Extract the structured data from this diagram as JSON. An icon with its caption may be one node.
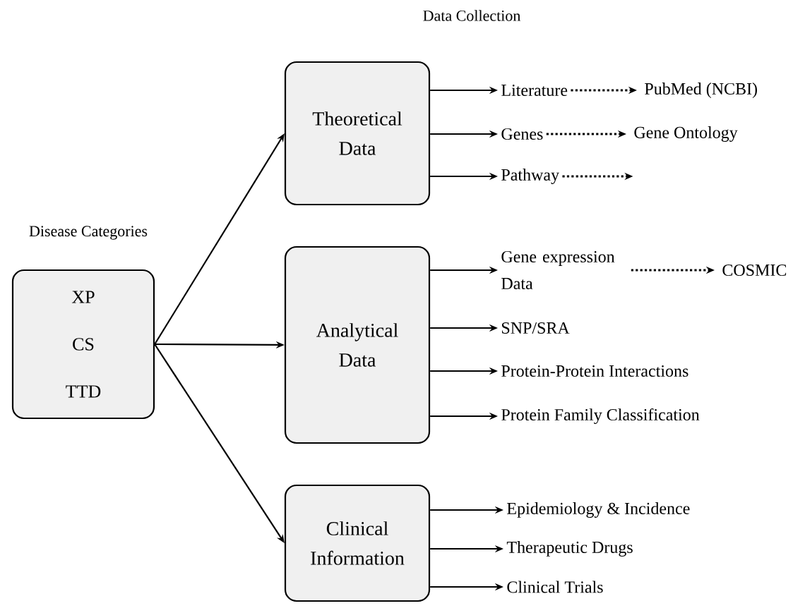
{
  "diagram": {
    "title": "Data Collection",
    "nodes": [
      {
        "text": [
          "Disease Categories",
          "XP",
          "CS",
          "TTD"
        ]
      },
      {
        "text": [
          "Theoretical Data"
        ]
      },
      {
        "text": [
          "Analytical Data"
        ]
      },
      {
        "text": [
          "Clinical Information"
        ]
      },
      {
        "text": [
          "Literature"
        ]
      },
      {
        "text": [
          "PubMed (NCBI)"
        ]
      },
      {
        "text": [
          "Genes"
        ]
      },
      {
        "text": [
          "Gene Ontology"
        ]
      },
      {
        "text": [
          "Pathway"
        ]
      },
      {
        "text": [
          "Gene expression Data"
        ]
      },
      {
        "text": [
          "COSMIC"
        ]
      },
      {
        "text": [
          "SNP/SRA"
        ]
      },
      {
        "text": [
          "Protein-Protein Interactions"
        ]
      },
      {
        "text": [
          "Protein Family Classification"
        ]
      },
      {
        "text": [
          "Epidemiology & Incidence"
        ]
      },
      {
        "text": [
          "Therapeutic Drugs"
        ]
      },
      {
        "text": [
          "Clinical Trials"
        ]
      }
    ],
    "edges": [
      {
        "from": 0,
        "to": 1,
        "arrow": "to"
      },
      {
        "from": 0,
        "to": 2,
        "arrow": "to"
      },
      {
        "from": 0,
        "to": 3,
        "arrow": "to"
      },
      {
        "from": 1,
        "to": 4,
        "arrow": "to"
      },
      {
        "from": 1,
        "to": 6,
        "arrow": "to"
      },
      {
        "from": 1,
        "to": 8,
        "arrow": "to"
      },
      {
        "from": 4,
        "to": 5,
        "arrow": "to",
        "style": "dashed"
      },
      {
        "from": 6,
        "to": 7,
        "arrow": "to",
        "style": "dashed"
      },
      {
        "from": 8,
        "to": null,
        "arrow": "to",
        "style": "dashed"
      },
      {
        "from": 2,
        "to": 9,
        "arrow": "to"
      },
      {
        "from": 2,
        "to": 11,
        "arrow": "to"
      },
      {
        "from": 2,
        "to": 12,
        "arrow": "to"
      },
      {
        "from": 2,
        "to": 13,
        "arrow": "to"
      },
      {
        "from": 9,
        "to": 10,
        "arrow": "to",
        "style": "dashed"
      },
      {
        "from": 3,
        "to": 14,
        "arrow": "to"
      },
      {
        "from": 3,
        "to": 15,
        "arrow": "to"
      },
      {
        "from": 3,
        "to": 16,
        "arrow": "to"
      }
    ]
  }
}
